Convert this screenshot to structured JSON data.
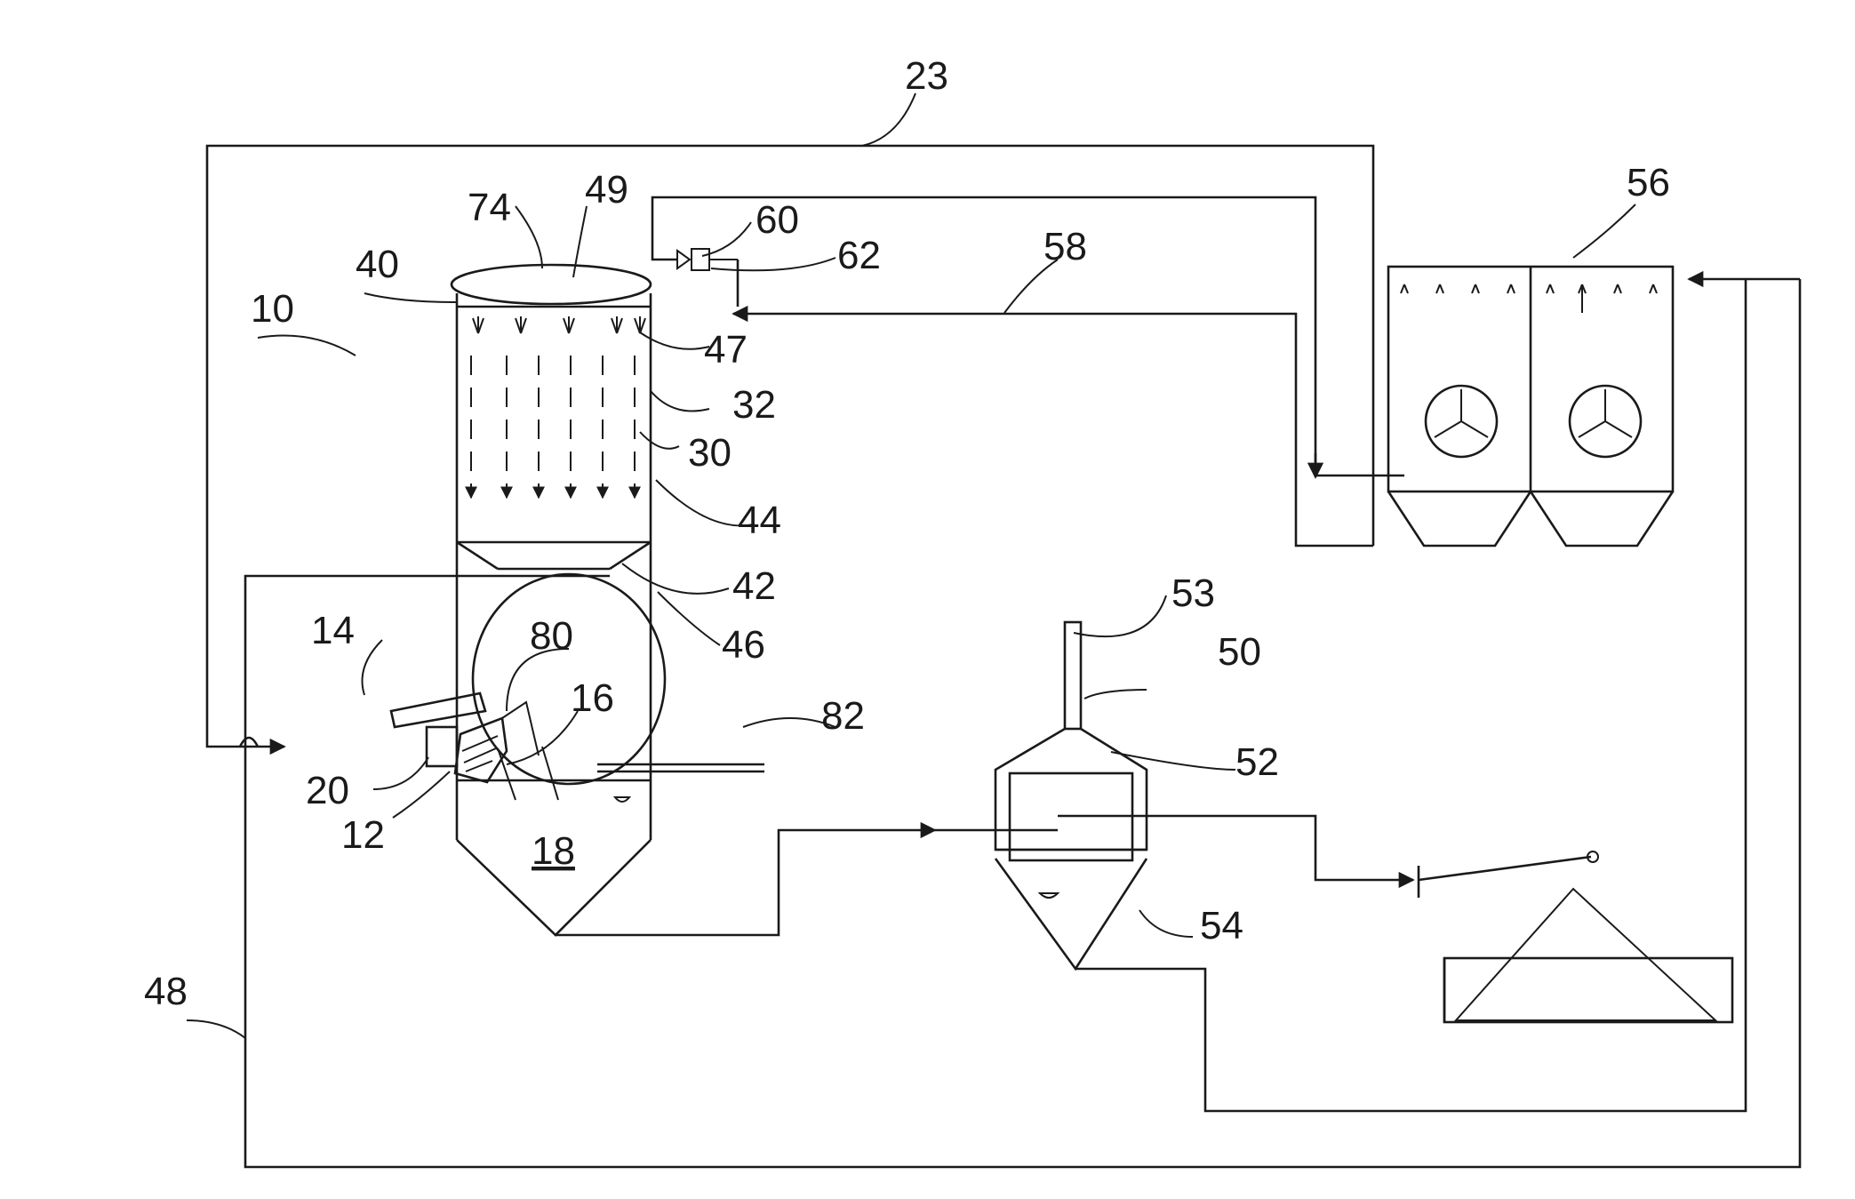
{
  "labels": {
    "l10": "10",
    "l12": "12",
    "l14": "14",
    "l16": "16",
    "l18": "18",
    "l20": "20",
    "l23": "23",
    "l30": "30",
    "l32": "32",
    "l40": "40",
    "l42": "42",
    "l44": "44",
    "l46": "46",
    "l47": "47",
    "l48": "48",
    "l49": "49",
    "l50": "50",
    "l52": "52",
    "l53": "53",
    "l54": "54",
    "l56": "56",
    "l58": "58",
    "l60": "60",
    "l62": "62",
    "l74": "74",
    "l80": "80",
    "l82": "82"
  }
}
